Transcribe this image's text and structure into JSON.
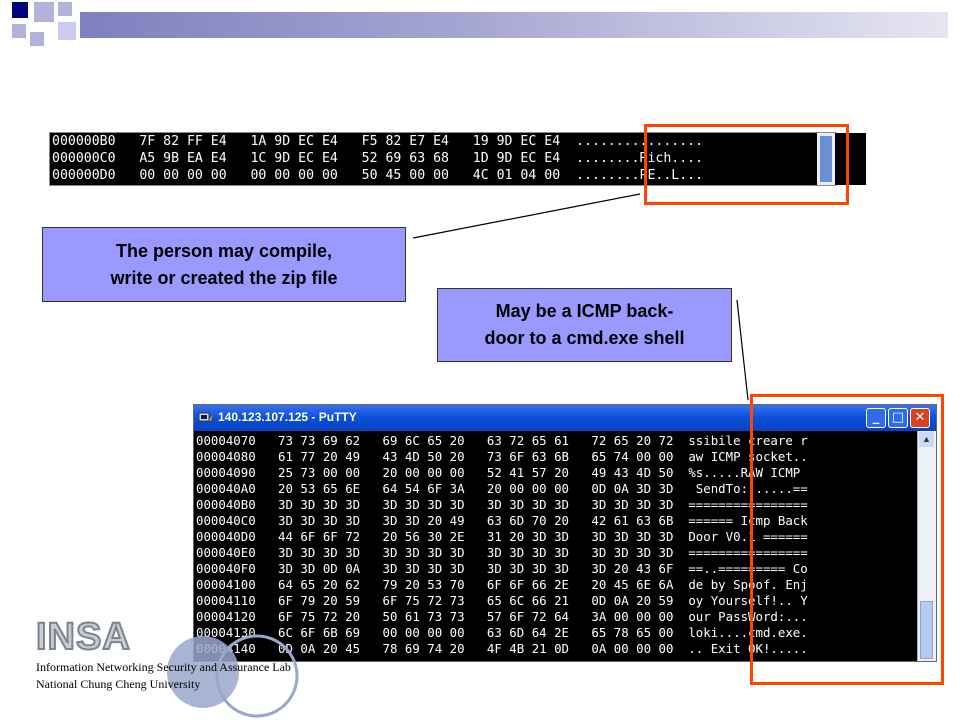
{
  "colors": {
    "callout_fill": "#9999ff",
    "highlight_box": "#ff4500",
    "terminal_bg": "#000000",
    "terminal_fg": "#ffffff",
    "titlebar": "#0a4fd9",
    "logo_circle": "#9aa6cc"
  },
  "hex_strip": {
    "rows": [
      "000000B0   7F 82 FF E4   1A 9D EC E4   F5 82 E7 E4   19 9D EC E4  ................",
      "000000C0   A5 9B EA E4   1C 9D EC E4   52 69 63 68   1D 9D EC E4  ........Rich....",
      "000000D0   00 00 00 00   00 00 00 00   50 45 00 00   4C 01 04 00  ........PE..L..."
    ]
  },
  "callouts": {
    "compile": [
      "The person may compile,",
      "write or created the zip file"
    ],
    "icmp": [
      "May be a ICMP back-",
      "door to a cmd.exe shell"
    ]
  },
  "putty": {
    "title": "140.123.107.125 - PuTTY",
    "icon": "putty-app-icon",
    "minimize_glyph": "_",
    "maximize_glyph": "□",
    "close_glyph": "✕",
    "rows": [
      "00004070   73 73 69 62   69 6C 65 20   63 72 65 61   72 65 20 72  ssibile creare r",
      "00004080   61 77 20 49   43 4D 50 20   73 6F 63 6B   65 74 00 00  aw ICMP socket..",
      "00004090   25 73 00 00   20 00 00 00   52 41 57 20   49 43 4D 50  %s.....RAW ICMP",
      "000040A0   20 53 65 6E   64 54 6F 3A   20 00 00 00   0D 0A 3D 3D   SendTo: .....==",
      "000040B0   3D 3D 3D 3D   3D 3D 3D 3D   3D 3D 3D 3D   3D 3D 3D 3D  ================",
      "000040C0   3D 3D 3D 3D   3D 3D 20 49   63 6D 70 20   42 61 63 6B  ====== Icmp Back",
      "000040D0   44 6F 6F 72   20 56 30 2E   31 20 3D 3D   3D 3D 3D 3D  Door V0.1 ======",
      "000040E0   3D 3D 3D 3D   3D 3D 3D 3D   3D 3D 3D 3D   3D 3D 3D 3D  ================",
      "000040F0   3D 3D 0D 0A   3D 3D 3D 3D   3D 3D 3D 3D   3D 20 43 6F  ==..========= Co",
      "00004100   64 65 20 62   79 20 53 70   6F 6F 66 2E   20 45 6E 6A  de by Spoof. Enj",
      "00004110   6F 79 20 59   6F 75 72 73   65 6C 66 21   0D 0A 20 59  oy Yourself!.. Y",
      "00004120   6F 75 72 20   50 61 73 73   57 6F 72 64   3A 00 00 00  our PassWord:...",
      "00004130   6C 6F 6B 69   00 00 00 00   63 6D 64 2E   65 78 65 00  loki....cmd.exe.",
      "00004140   0D 0A 20 45   78 69 74 20   4F 4B 21 0D   0A 00 00 00  .. Exit OK!....."
    ]
  },
  "logo": {
    "text": "INSA",
    "icon": "insa-logo"
  },
  "footer": {
    "line1": "Information Networking Security  and Assurance Lab",
    "line2": "National Chung Cheng University"
  }
}
